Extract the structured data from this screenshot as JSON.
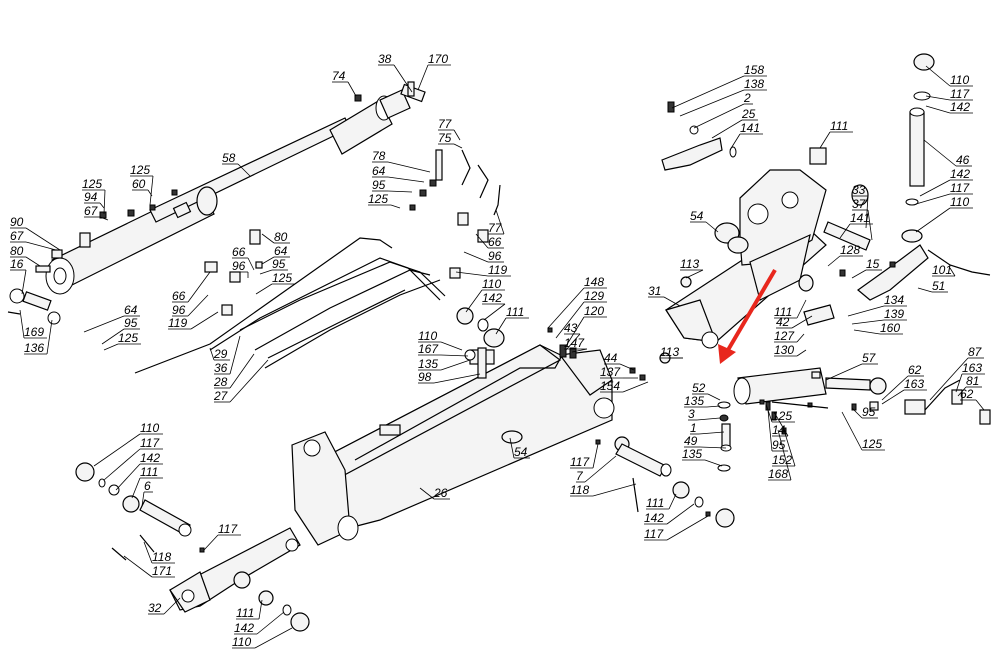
{
  "colors": {
    "arrow": "#e8271d",
    "ink": "#000000",
    "background": "#ffffff"
  },
  "callout_labels": [
    "38",
    "170",
    "74",
    "58",
    "125",
    "60",
    "125",
    "94",
    "67",
    "90",
    "67",
    "80",
    "16",
    "169",
    "136",
    "78",
    "64",
    "95",
    "125",
    "77",
    "75",
    "77",
    "66",
    "96",
    "119",
    "80",
    "64",
    "66",
    "96",
    "95",
    "125",
    "66",
    "96",
    "119",
    "29",
    "36",
    "28",
    "27",
    "64",
    "95",
    "125",
    "110",
    "142",
    "111",
    "110",
    "167",
    "135",
    "98",
    "148",
    "129",
    "120",
    "43",
    "147",
    "44",
    "137",
    "154",
    "158",
    "138",
    "2",
    "25",
    "141",
    "111",
    "54",
    "113",
    "31",
    "33",
    "37",
    "141",
    "128",
    "15",
    "101",
    "51",
    "134",
    "139",
    "160",
    "111",
    "42",
    "127",
    "130",
    "113",
    "52",
    "135",
    "3",
    "1",
    "49",
    "135",
    "57",
    "125",
    "14",
    "95",
    "152",
    "168",
    "62",
    "163",
    "87",
    "163",
    "81",
    "62",
    "95",
    "125",
    "110",
    "117",
    "142",
    "46",
    "142",
    "117",
    "110",
    "110",
    "117",
    "142",
    "111",
    "6",
    "118",
    "171",
    "117",
    "32",
    "111",
    "142",
    "110",
    "54",
    "26",
    "117",
    "7",
    "118",
    "111",
    "142",
    "117"
  ],
  "arrow_icon": "red-arrow-icon"
}
